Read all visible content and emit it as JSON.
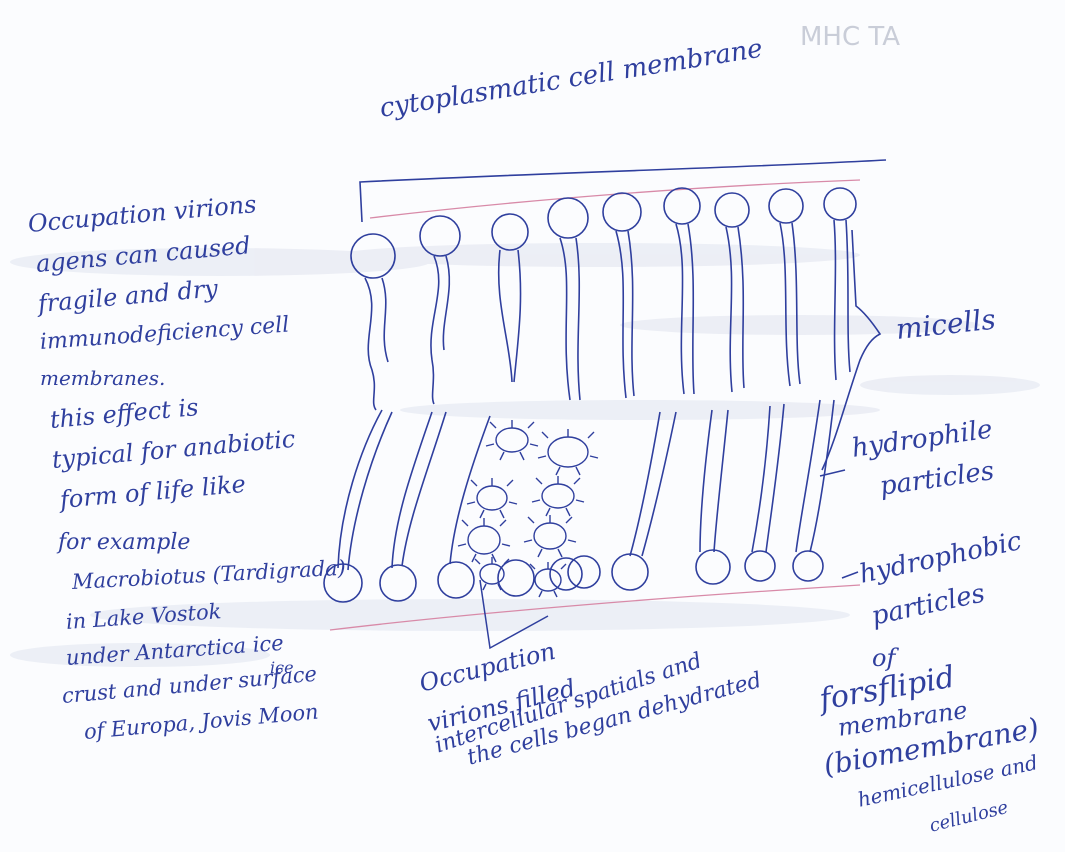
{
  "title": "cytoplasmatic cell membrane",
  "labels": {
    "micells": "micells",
    "hydrophile_1": "hydrophile",
    "hydrophile_2": "particles",
    "hydrophobic_1": "hydrophobic",
    "hydrophobic_2": "particles",
    "hydrophobic_3": "of",
    "phospholipid_1": "forsflipid",
    "phospholipid_2": "membrane",
    "phospholipid_3": "(biomembrane)",
    "phospholipid_4": "hemicellulose and",
    "phospholipid_5": "cellulose"
  },
  "left_note": [
    "Occupation virions",
    "agens can caused",
    "fragile and dry",
    "immunodeficiency cell",
    "membranes.",
    "this effect is",
    "typical for anabiotic",
    "form of life like",
    "for example",
    "Macrobiotus (Tardigrada)",
    "in Lake Vostok",
    "under Antarctica ice",
    "crust and under surface",
    "of Europa, Jovis Moon"
  ],
  "left_note_insert": "ice",
  "bottom_note": [
    "Occupation",
    "virions filled",
    "intercellular spatials and",
    "the cells began dehydrated"
  ],
  "ghost_text": "MHC TA",
  "colors": {
    "ink": "#2f3f9e",
    "paper": "#fbfcfe",
    "red_line": "#d88aa8",
    "ghost": "#c9cdd8"
  }
}
